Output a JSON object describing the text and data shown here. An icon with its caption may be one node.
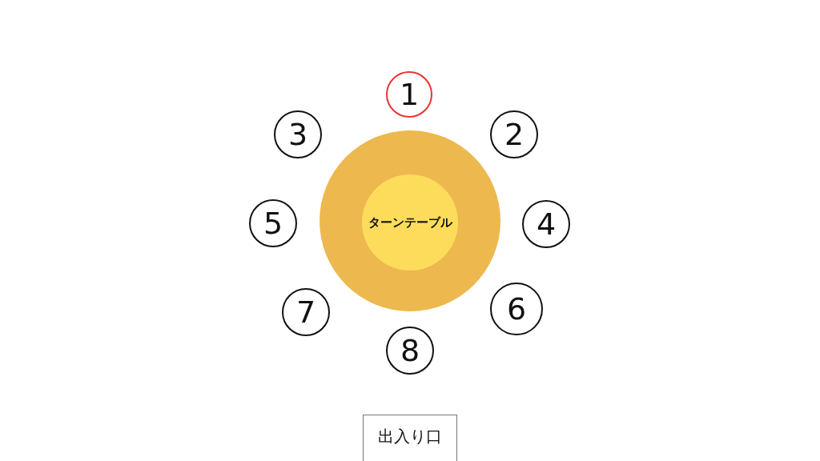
{
  "diagram": {
    "nodes": [
      {
        "text": [
          "1"
        ]
      },
      {
        "text": [
          "3"
        ]
      },
      {
        "text": [
          "2"
        ]
      },
      {
        "text": [],
        "shape": "circle"
      },
      {
        "text": [
          "ターンテーブル"
        ],
        "in": 3
      },
      {
        "text": [
          "5"
        ]
      },
      {
        "text": [
          "4"
        ]
      },
      {
        "text": [
          "7"
        ]
      },
      {
        "text": [
          "6"
        ]
      },
      {
        "text": [
          "8"
        ]
      },
      {
        "text": [
          "出入り口"
        ]
      }
    ]
  }
}
